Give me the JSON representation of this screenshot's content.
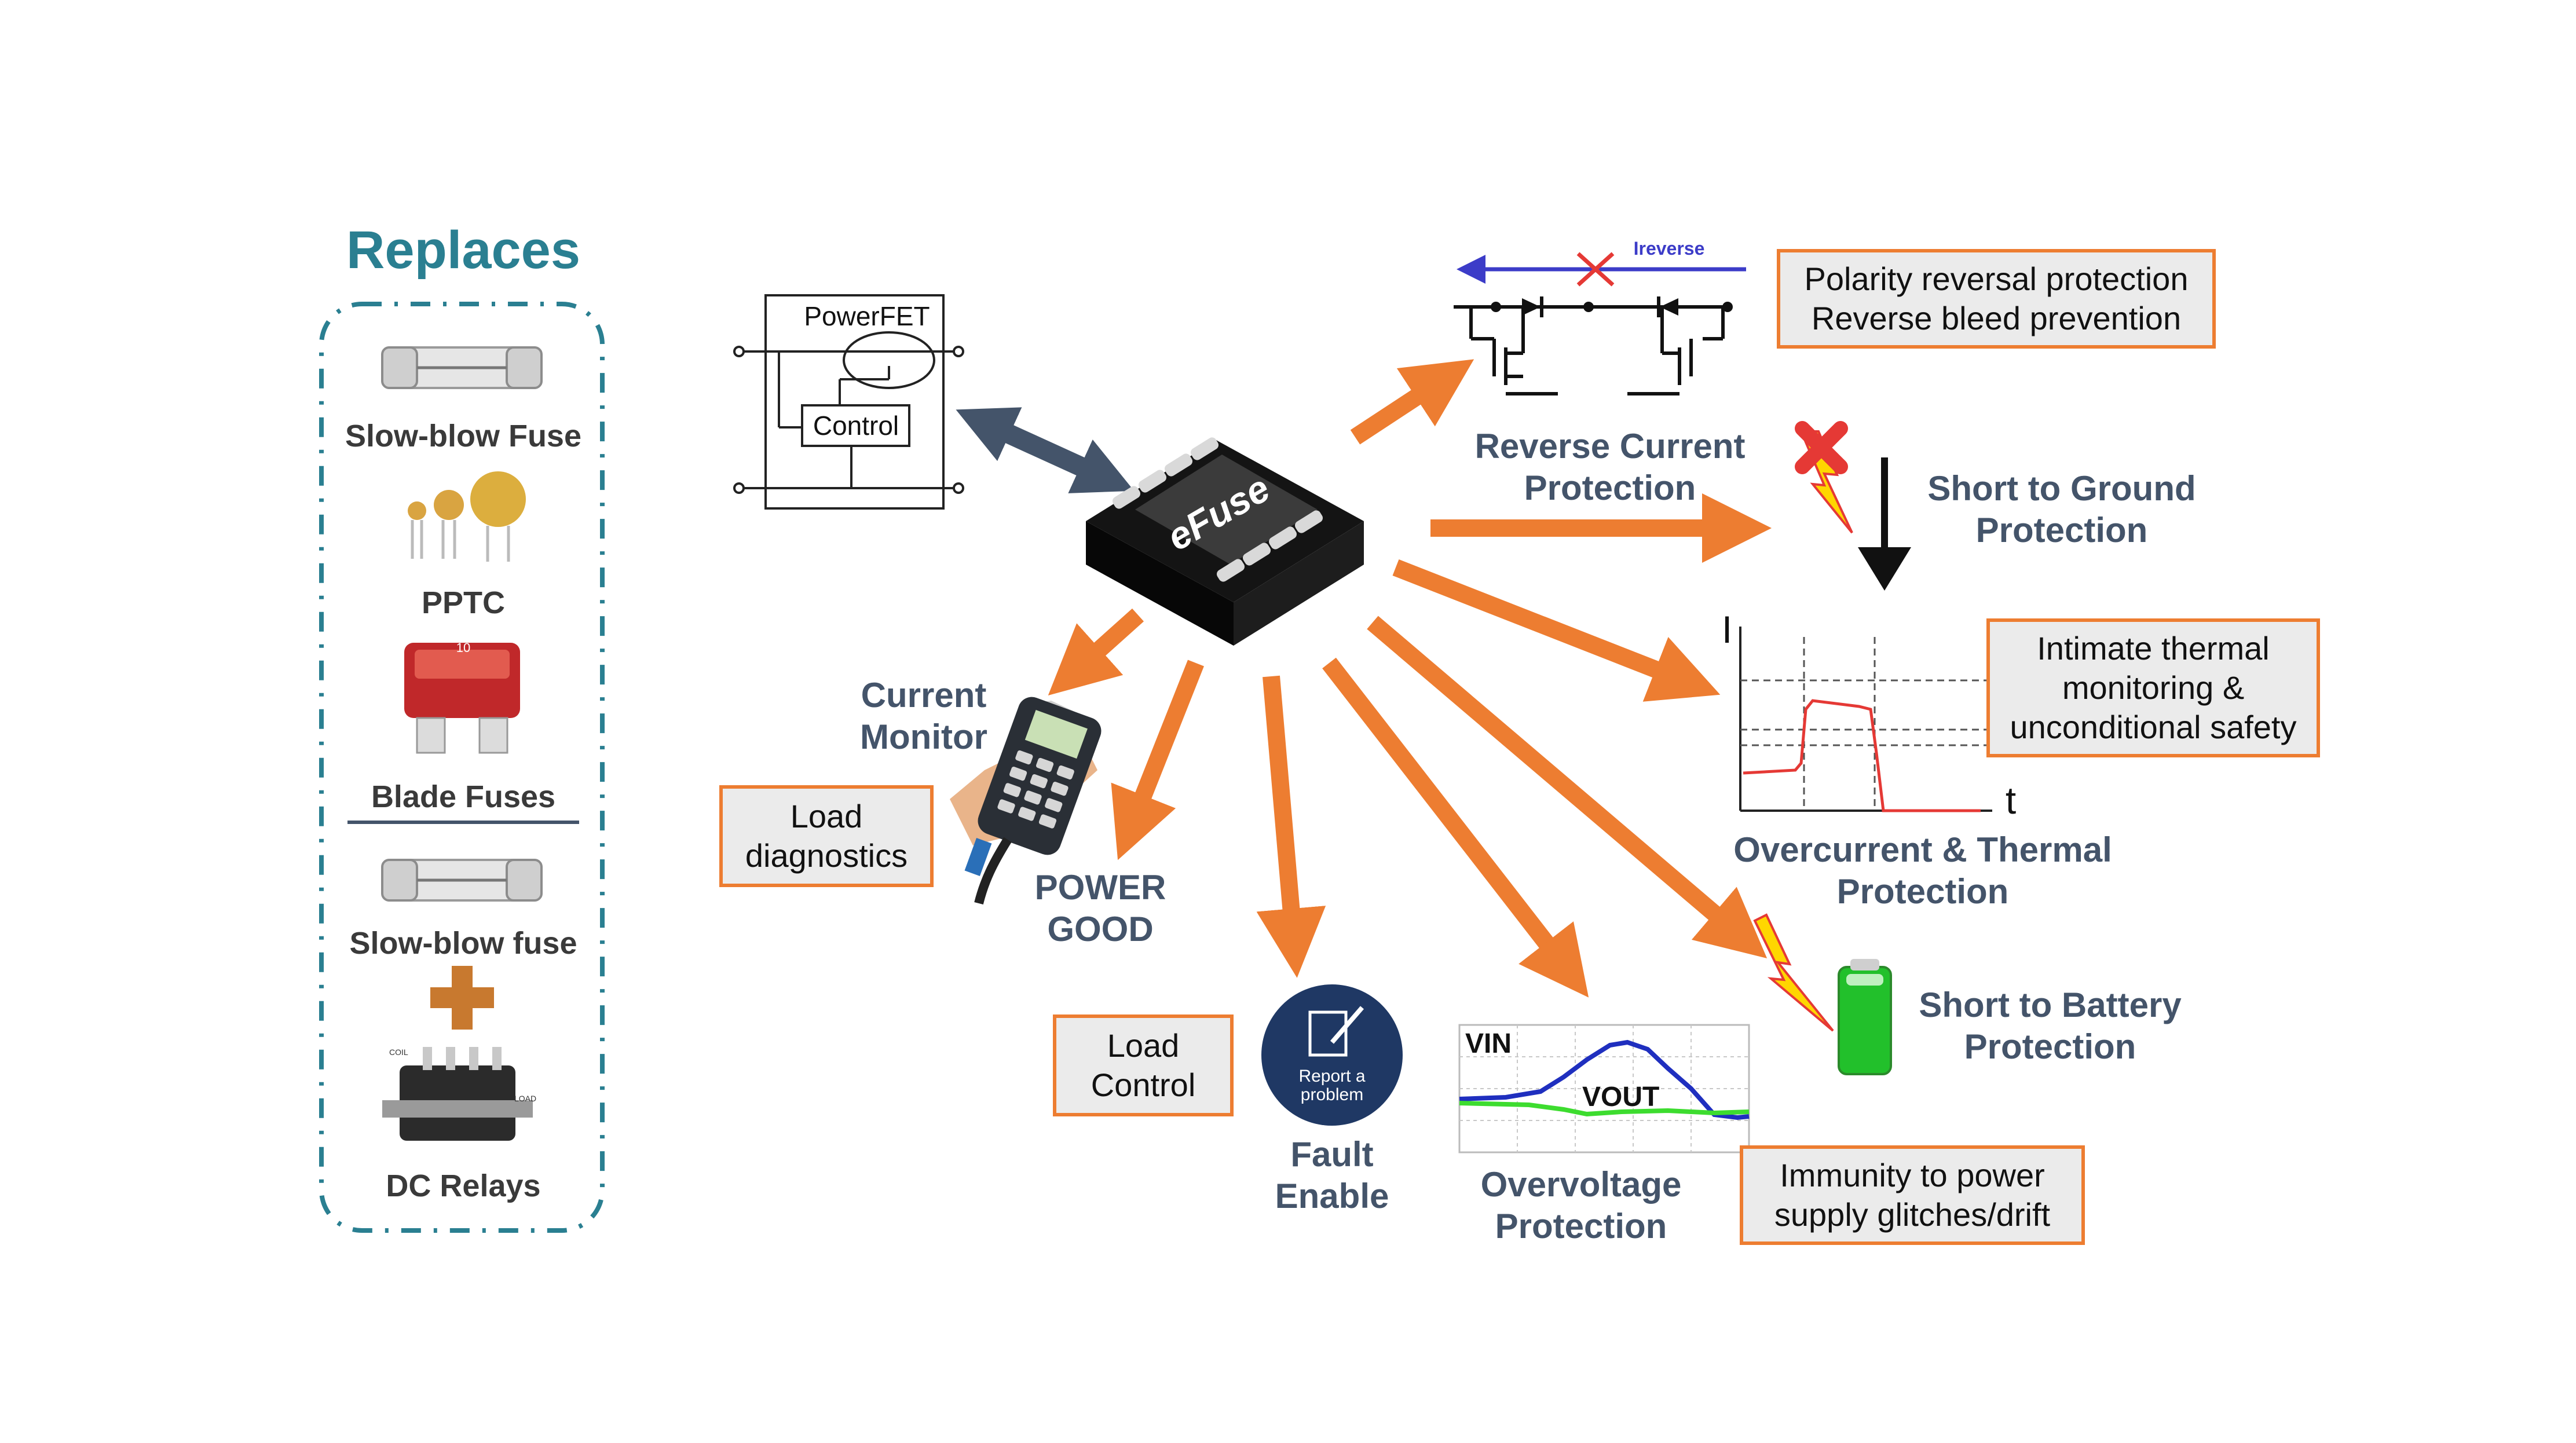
{
  "replaces": {
    "title": "Replaces",
    "items": [
      "Slow-blow Fuse",
      "PPTC",
      "Blade Fuses",
      "Slow-blow fuse",
      "DC Relays"
    ],
    "relay_coil": "COIL",
    "relay_load": "LOAD",
    "blade_number": "10"
  },
  "schematic": {
    "powerfet": "PowerFET",
    "control": "Control"
  },
  "chip": {
    "label": "eFuse"
  },
  "reverse": {
    "arrow_label": "Ireverse",
    "title_line1": "Reverse Current",
    "title_line2": "Protection",
    "box_line1": "Polarity reversal protection",
    "box_line2": "Reverse bleed prevention"
  },
  "short_ground": {
    "line1": "Short to Ground",
    "line2": "Protection"
  },
  "overcurrent": {
    "axis_y": "I",
    "axis_x": "t",
    "box_line1": "Intimate thermal",
    "box_line2": "monitoring &",
    "box_line3": "unconditional safety",
    "title_line1": "Overcurrent & Thermal",
    "title_line2": "Protection"
  },
  "short_battery": {
    "line1": "Short to Battery",
    "line2": "Protection"
  },
  "overvoltage": {
    "vin": "VIN",
    "vout": "VOUT",
    "title_line1": "Overvoltage",
    "title_line2": "Protection",
    "box_line1": "Immunity to power",
    "box_line2": "supply glitches/drift"
  },
  "fault": {
    "badge_line1": "Report a",
    "badge_line2": "problem",
    "line1": "Fault",
    "line2": "Enable"
  },
  "load_control": {
    "line1": "Load",
    "line2": "Control"
  },
  "power_good": {
    "line1": "POWER",
    "line2": "GOOD"
  },
  "current_monitor": {
    "line1": "Current",
    "line2": "Monitor"
  },
  "load_diag": {
    "line1": "Load",
    "line2": "diagnostics"
  },
  "colors": {
    "accent_orange": "#ed7d31",
    "teal": "#2a7f91",
    "feature_text": "#44546a",
    "box_fill": "#ebebeb",
    "double_arrow": "#44546a",
    "badge_blue": "#1f3864"
  }
}
